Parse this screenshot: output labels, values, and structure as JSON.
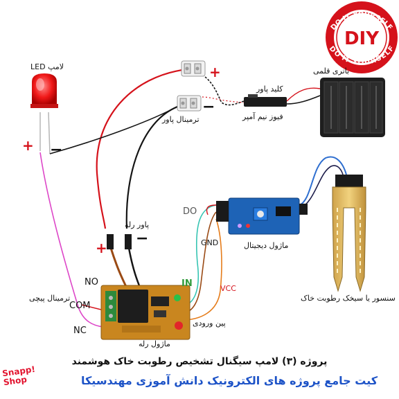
{
  "labels": {
    "led": "لامپ LED",
    "power_terminal": "ترمینال پاور",
    "switch": "کلید پاور",
    "fuse": "فیوز نیم آمپر",
    "battery": "باتری قلمی",
    "relay_power": "پاور رله",
    "twist_terminal": "ترمینال پیچی",
    "relay_module": "ماژول رله",
    "input_pin": "پین ورودی",
    "digital_module": "ماژول دیجیتال",
    "sensor": "سنسور یا سیخک رطوبت خاک"
  },
  "pins": {
    "no": "NO",
    "com": "COM",
    "nc": "NC",
    "in": "IN",
    "vcc": "VCC",
    "gnd": "GND",
    "do": "DO"
  },
  "signs": {
    "plus": "+",
    "minus": "−"
  },
  "logo_text": {
    "top": "DO IT YOURSELF",
    "center": "DIY",
    "bottom": "DO IT YOURSELF"
  },
  "footer": {
    "title": "پروژه (۳) لامپ سیگنال تشخیص رطوبت خاک هوشمند",
    "subtitle": "کیت جامع پروژه های الکترونیک دانش آموزی مهندسیکا",
    "brand_line1": "Snapp!",
    "brand_line2": "Shop"
  },
  "colors": {
    "wire_red": "#d5121b",
    "wire_black": "#151515",
    "wire_brown": "#9a4a14",
    "wire_orange": "#e57c1a",
    "wire_teal": "#36c4b2",
    "wire_pink": "#dd47c8",
    "wire_blue": "#2f6fd0",
    "relay_board": "#c9861f",
    "sensor_board": "#1e63b6",
    "logo_red": "#d5121b",
    "title_blue": "#1d53c7"
  }
}
